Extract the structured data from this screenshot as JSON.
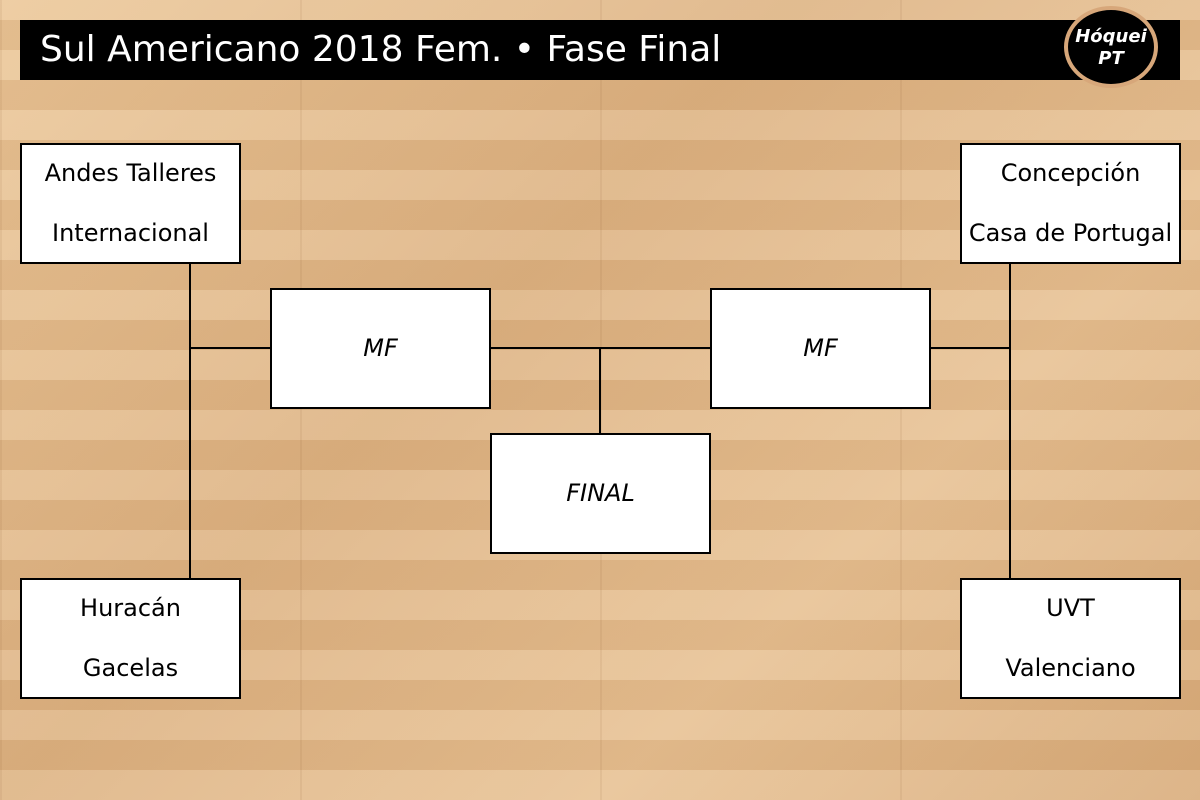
{
  "header": {
    "title": "Sul Americano 2018 Fem. • Fase Final",
    "logo": {
      "line1": "Hóquei",
      "line2": "PT"
    }
  },
  "bracket": {
    "left_top": {
      "team1": "Andes Talleres",
      "team2": "Internacional"
    },
    "left_bottom": {
      "team1": "Huracán",
      "team2": "Gacelas"
    },
    "right_top": {
      "team1": "Concepción",
      "team2": "Casa de Portugal"
    },
    "right_bottom": {
      "team1": "UVT",
      "team2": "Valenciano"
    },
    "semi_left": "MF",
    "semi_right": "MF",
    "final": "FINAL"
  },
  "colors": {
    "title_bg": "#000000",
    "box_bg": "#ffffff",
    "logo_ring": "#d7a77a"
  }
}
